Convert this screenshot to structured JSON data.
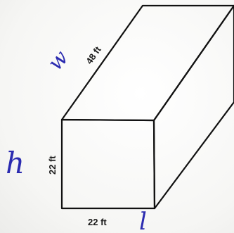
{
  "diagram": {
    "dimension_labels": {
      "width_value": "48 ft",
      "height_value": "22 ft",
      "length_value": "22 ft"
    },
    "handwritten_letters": {
      "width": "w",
      "height": "h",
      "length": "l"
    }
  }
}
